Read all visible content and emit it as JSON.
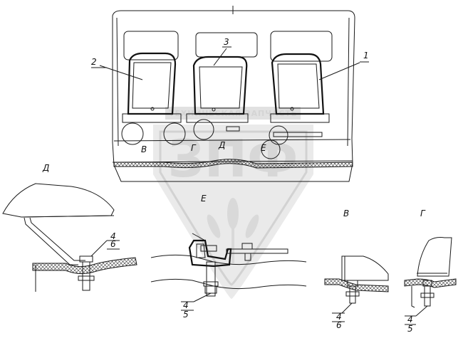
{
  "callouts": {
    "c1": "1",
    "c2": "2",
    "c3": "3",
    "v": "В",
    "g": "Г",
    "d": "Д",
    "e": "Е"
  },
  "views": {
    "d": "Д",
    "e": "Е",
    "v": "В",
    "g": "Г"
  },
  "parts": {
    "d_top": "4",
    "d_bottom": "6",
    "e_top": "4",
    "e_bottom": "5",
    "v_top": "4",
    "v_bottom": "6",
    "g_top": "4",
    "g_bottom": "5"
  },
  "watermark": {
    "logo": "ЗПФ",
    "banner": "ТЕХНИЧЕСКАЯ ЗАПЧАСТЬ"
  }
}
